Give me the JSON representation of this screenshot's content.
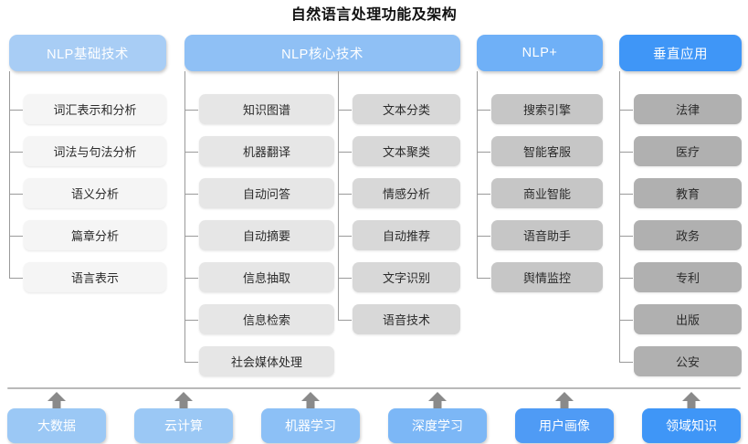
{
  "title": "自然语言处理功能及架构",
  "colors": {
    "header_1": "#a8cdf5",
    "header_2": "#8fc0f5",
    "header_3": "#6fb0f7",
    "header_4": "#3f96f7",
    "item_1": "#f5f5f5",
    "item_2": "#e6e6e6",
    "item_3": "#d8d8d8",
    "item_4": "#c6c6c6",
    "item_5": "#b0b0b0",
    "connector": "#9a9a9a",
    "arrow": "#8a8a8a",
    "divider": "#b9b9b9",
    "title_text": "#111111"
  },
  "columns": [
    {
      "header": "NLP基础技术",
      "header_color": "#a8cdf5",
      "item_color": "#f5f5f5",
      "items": [
        "词汇表示和分析",
        "词法与句法分析",
        "语义分析",
        "篇章分析",
        "语言表示"
      ]
    },
    {
      "header": "NLP核心技术",
      "header_color": "#8fc0f5",
      "item_color": "#e6e6e6",
      "items": [
        "知识图谱",
        "机器翻译",
        "自动问答",
        "自动摘要",
        "信息抽取",
        "信息检索",
        "社会媒体处理"
      ]
    },
    {
      "header": "",
      "header_color": "#8fc0f5",
      "item_color": "#d8d8d8",
      "items": [
        "文本分类",
        "文本聚类",
        "情感分析",
        "自动推荐",
        "文字识别",
        "语音技术"
      ]
    },
    {
      "header": "NLP+",
      "header_color": "#6fb0f7",
      "item_color": "#c6c6c6",
      "items": [
        "搜索引擎",
        "智能客服",
        "商业智能",
        "语音助手",
        "舆情监控"
      ]
    },
    {
      "header": "垂直应用",
      "header_color": "#3f96f7",
      "item_color": "#b0b0b0",
      "items": [
        "法律",
        "医疗",
        "教育",
        "政务",
        "专利",
        "出版",
        "公安"
      ]
    }
  ],
  "foundation": [
    {
      "label": "大数据",
      "color": "#9bc8f5"
    },
    {
      "label": "云计算",
      "color": "#9bc8f5"
    },
    {
      "label": "机器学习",
      "color": "#8cc0f6"
    },
    {
      "label": "深度学习",
      "color": "#7cb7f6"
    },
    {
      "label": "用户画像",
      "color": "#4f9bf5"
    },
    {
      "label": "领域知识",
      "color": "#3f96f7"
    }
  ]
}
